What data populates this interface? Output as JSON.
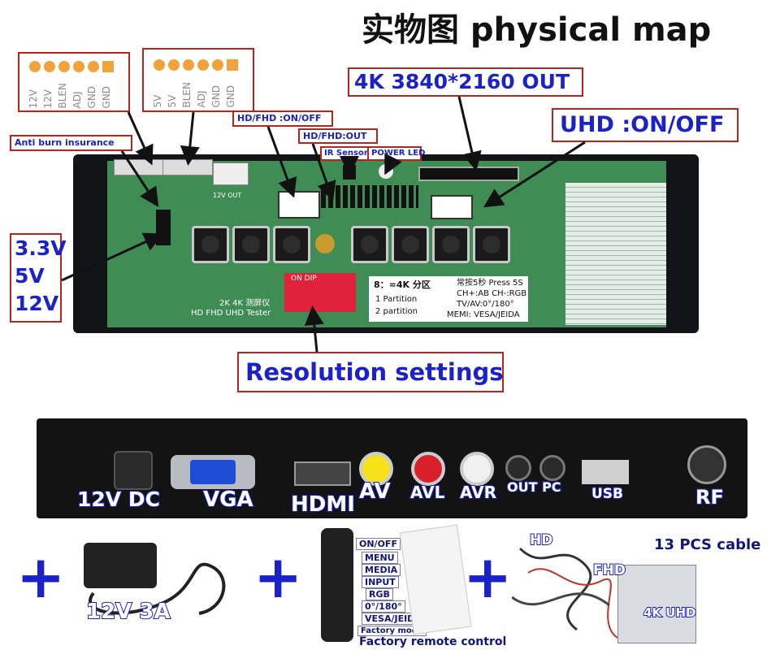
{
  "title": "实物图  physical map",
  "connectors": {
    "left": {
      "pins": [
        "12V",
        "12V",
        "BLEN",
        "ADJ",
        "GND",
        "GND"
      ]
    },
    "right": {
      "pins": [
        "5V",
        "5V",
        "BLEN",
        "ADJ",
        "GND",
        "GND"
      ]
    }
  },
  "callouts": {
    "out_4k": "4K 3840*2160 OUT",
    "uhd_switch": "UHD :ON/OFF",
    "hd_fhd_switch": "HD/FHD :ON/OFF",
    "hd_fhd_out": "HD/FHD:OUT",
    "ir_sensor": "IR Sensor",
    "power_led": "POWER LED",
    "anti_burn": "Anti burn insurance",
    "voltage": [
      "3.3V",
      "5V",
      "12V"
    ],
    "resolution": "Resolution settings"
  },
  "board": {
    "silkscreen_name": "2K 4K 测屏仪",
    "silkscreen_sub": "HD FHD UHD Tester",
    "out_label": "12V OUT",
    "info_card": [
      "8：=4K 分区",
      "1 Partition",
      "2 partition",
      "常按5秒 Press 5S",
      "CH+:AB  CH-:RGB",
      "TV/AV:0°/180°",
      "MEMI: VESA/JEIDA"
    ],
    "dip_label": "ON  DIP"
  },
  "ports": [
    "12V DC",
    "VGA",
    "HDMI",
    "AV",
    "AVL",
    "AVR",
    "OUT PC",
    "USB",
    "RF"
  ],
  "accessories": {
    "adapter": "12V 3A",
    "remote_caption": "Factory remote control",
    "remote_labels": [
      "ON/OFF",
      "MENU",
      "MEDIA",
      "INPUT",
      "RGB",
      "0°/180°",
      "VESA/JEIDA",
      "Factory mode"
    ],
    "cable_labels": [
      "HD",
      "FHD",
      "13 PCS cable",
      "4K UHD"
    ]
  },
  "colors": {
    "callout_border": "#b3261e",
    "callout_text": "#1a22c8",
    "pin": "#f2a23a",
    "pcb": "#3f8c55"
  }
}
